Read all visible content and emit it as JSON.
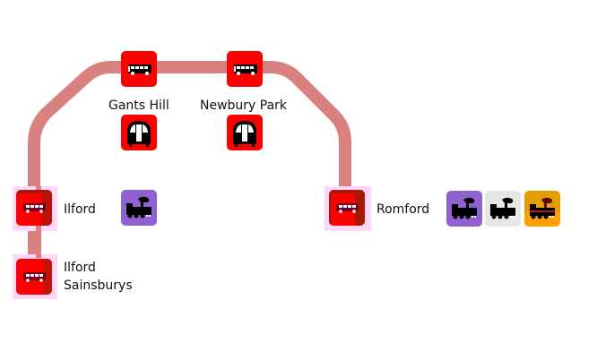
{
  "map": {
    "route_color": "#d98080",
    "stations": [
      {
        "id": "gants-hill",
        "name": "Gants Hill",
        "modes": [
          "bus",
          "tube"
        ]
      },
      {
        "id": "newbury-park",
        "name": "Newbury Park",
        "modes": [
          "bus",
          "tube"
        ]
      },
      {
        "id": "ilford",
        "name": "Ilford",
        "modes": [
          "bus",
          "rail"
        ]
      },
      {
        "id": "ilford-sainsburys",
        "name": "Ilford Sainsburys",
        "name_lines": [
          "Ilford",
          "Sainsburys"
        ],
        "modes": [
          "bus"
        ]
      },
      {
        "id": "romford",
        "name": "Romford",
        "modes": [
          "bus",
          "rail",
          "rail",
          "rail"
        ]
      }
    ],
    "icons": {
      "bus": {
        "semantic": "bus-icon",
        "bg": "#ff0000"
      },
      "bus_split": {
        "semantic": "bus-icon",
        "bg_left": "#ff0000",
        "bg_right": "#b8120a",
        "bg_top": "#a81808"
      },
      "tube": {
        "semantic": "tube-train-icon",
        "bg": "#ff0000"
      },
      "rail_purple": {
        "semantic": "steam-train-icon",
        "bg": "#8f62d0"
      },
      "rail_grey": {
        "semantic": "steam-train-icon",
        "bg": "#e6e6e6"
      },
      "rail_orange": {
        "semantic": "steam-train-icon",
        "bg": "#e59e00"
      }
    }
  }
}
